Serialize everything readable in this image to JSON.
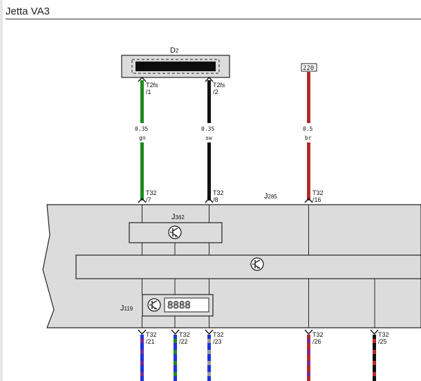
{
  "page": {
    "title": "Jetta VA3"
  },
  "components": {
    "d2": {
      "prefix": "D",
      "sub": "2"
    },
    "j285": {
      "prefix": "J",
      "sub": "285"
    },
    "j362": {
      "prefix": "J",
      "sub": "362"
    },
    "j119": {
      "prefix": "J",
      "sub": "119",
      "display": "8888"
    }
  },
  "reference_box": "220",
  "connectors": [
    {
      "id": "d2-p1",
      "name": "T2fs",
      "pin": "/1"
    },
    {
      "id": "d2-p2",
      "name": "T2fs",
      "pin": "/2"
    },
    {
      "id": "j285-p7",
      "name": "T32",
      "pin": "/7"
    },
    {
      "id": "j285-p8",
      "name": "T32",
      "pin": "/8"
    },
    {
      "id": "j285-p16",
      "name": "T32",
      "pin": "/16"
    },
    {
      "id": "j285-p21",
      "name": "T32",
      "pin": "/21"
    },
    {
      "id": "j285-p22",
      "name": "T32",
      "pin": "/22"
    },
    {
      "id": "j285-p23",
      "name": "T32",
      "pin": "/23"
    },
    {
      "id": "j285-p26",
      "name": "T32",
      "pin": "/26"
    },
    {
      "id": "j285-p25",
      "name": "T32",
      "pin": "/25"
    }
  ],
  "wires": [
    {
      "id": "w1",
      "size": "0.35",
      "color_code": "gn",
      "colors": [
        "#1e8c1e"
      ]
    },
    {
      "id": "w2",
      "size": "0.35",
      "color_code": "sw",
      "colors": [
        "#111111"
      ]
    },
    {
      "id": "w3",
      "size": "0.5",
      "color_code": "br",
      "colors": [
        "#b22a2a"
      ]
    },
    {
      "id": "w21",
      "colors": [
        "#1f35d8",
        "#7a2a9a"
      ]
    },
    {
      "id": "w22",
      "colors": [
        "#1f35d8",
        "#1e8c1e"
      ]
    },
    {
      "id": "w23",
      "colors": [
        "#1f35d8",
        "#9a9a9a"
      ]
    },
    {
      "id": "w26",
      "colors": [
        "#b22a2a",
        "#7a2a9a"
      ]
    },
    {
      "id": "w25",
      "colors": [
        "#111111",
        "#b22a2a"
      ]
    }
  ],
  "colors": {
    "module_fill": "#dcdcdc",
    "outline": "#222222",
    "green": "#1e8c1e",
    "black": "#111111",
    "brown": "#b22a2a",
    "blue": "#1f35d8",
    "violet": "#7a2a9a",
    "grey": "#9a9a9a"
  },
  "icons": [
    "transistor-icon",
    "connector-arrow-icon"
  ]
}
